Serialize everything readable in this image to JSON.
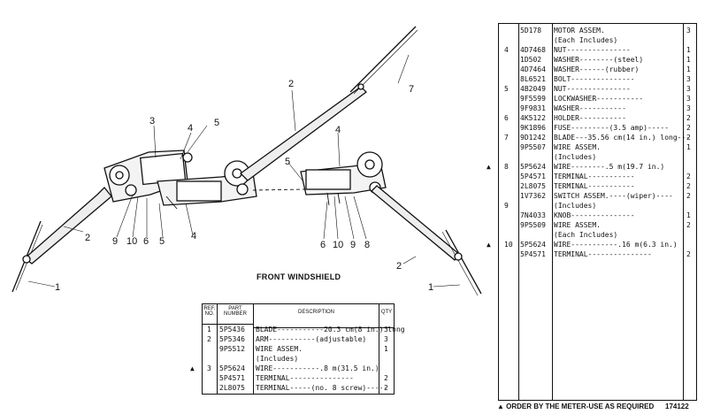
{
  "diagram": {
    "caption": "FRONT WINDSHIELD",
    "callouts": [
      {
        "id": "c1a",
        "text": "1"
      },
      {
        "id": "c1b",
        "text": "1"
      },
      {
        "id": "c2a",
        "text": "2"
      },
      {
        "id": "c2b",
        "text": "2"
      },
      {
        "id": "c2c",
        "text": "2"
      },
      {
        "id": "c3",
        "text": "3"
      },
      {
        "id": "c4a",
        "text": "4"
      },
      {
        "id": "c4b",
        "text": "4"
      },
      {
        "id": "c4c",
        "text": "4"
      },
      {
        "id": "c5a",
        "text": "5"
      },
      {
        "id": "c5b",
        "text": "5"
      },
      {
        "id": "c5c",
        "text": "5"
      },
      {
        "id": "c6a",
        "text": "6"
      },
      {
        "id": "c6b",
        "text": "6"
      },
      {
        "id": "c7",
        "text": "7"
      },
      {
        "id": "c8",
        "text": "8"
      },
      {
        "id": "c9a",
        "text": "9"
      },
      {
        "id": "c9b",
        "text": "9"
      },
      {
        "id": "c10a",
        "text": "10"
      },
      {
        "id": "c10b",
        "text": "10"
      }
    ]
  },
  "front_table": {
    "headers": {
      "ref": "REF. NO.",
      "part": "PART NUMBER",
      "desc": "DESCRIPTION",
      "qty": "QTY"
    },
    "rows": [
      {
        "mark": "",
        "ref": "1",
        "part": "5P5436",
        "desc": "BLADE-----------20.3 cm(8 in.) long",
        "qty": "3"
      },
      {
        "mark": "",
        "ref": "2",
        "part": "5P5346",
        "desc": "ARM-----------(adjustable)",
        "qty": "3"
      },
      {
        "mark": "",
        "ref": "",
        "part": "9P5512",
        "desc": "WIRE ASSEM.",
        "qty": "1"
      },
      {
        "mark": "",
        "ref": "",
        "part": "",
        "desc": "(Includes)",
        "qty": ""
      },
      {
        "mark": "▲",
        "ref": "3",
        "part": "5P5624",
        "desc": "WIRE-----------.8 m(31.5 in.)",
        "qty": ""
      },
      {
        "mark": "",
        "ref": "",
        "part": "5P4571",
        "desc": "TERMINAL---------------",
        "qty": "2"
      },
      {
        "mark": "",
        "ref": "",
        "part": "2L8075",
        "desc": "TERMINAL-----(no. 8 screw)-----",
        "qty": "2"
      }
    ]
  },
  "right_table": {
    "rows": [
      {
        "mark": "",
        "ref": "",
        "part": "5D178",
        "desc": "MOTOR ASSEM.",
        "qty": "3"
      },
      {
        "mark": "",
        "ref": "",
        "part": "",
        "desc": "(Each Includes)",
        "qty": ""
      },
      {
        "mark": "",
        "ref": "4",
        "part": "4D7468",
        "desc": "NUT---------------",
        "qty": "1"
      },
      {
        "mark": "",
        "ref": "",
        "part": "1D502",
        "desc": "WASHER--------(steel)",
        "qty": "1"
      },
      {
        "mark": "",
        "ref": "",
        "part": "4D7464",
        "desc": "WASHER------(rubber)",
        "qty": "1"
      },
      {
        "mark": "",
        "ref": "",
        "part": "8L6521",
        "desc": "BOLT---------------",
        "qty": "3"
      },
      {
        "mark": "",
        "ref": "5",
        "part": "4B2049",
        "desc": "NUT---------------",
        "qty": "3"
      },
      {
        "mark": "",
        "ref": "",
        "part": "9F5599",
        "desc": "LOCKWASHER-----------",
        "qty": "3"
      },
      {
        "mark": "",
        "ref": "",
        "part": "9F9831",
        "desc": "WASHER-----------",
        "qty": "3"
      },
      {
        "mark": "",
        "ref": "6",
        "part": "4K5122",
        "desc": "HOLDER-----------",
        "qty": "2"
      },
      {
        "mark": "",
        "ref": "",
        "part": "9K1896",
        "desc": "FUSE---------(3.5 amp)-----",
        "qty": "2"
      },
      {
        "mark": "",
        "ref": "7",
        "part": "9D1242",
        "desc": "BLADE---35.56 cm(14 in.) long---",
        "qty": "2"
      },
      {
        "mark": "",
        "ref": "",
        "part": "9P5507",
        "desc": "WIRE ASSEM.",
        "qty": "1"
      },
      {
        "mark": "",
        "ref": "",
        "part": "",
        "desc": "(Includes)",
        "qty": ""
      },
      {
        "mark": "▲",
        "ref": "8",
        "part": "5P5624",
        "desc": "WIRE--------.5 m(19.7 in.)",
        "qty": ""
      },
      {
        "mark": "",
        "ref": "",
        "part": "5P4571",
        "desc": "TERMINAL-----------",
        "qty": "2"
      },
      {
        "mark": "",
        "ref": "",
        "part": "2L8075",
        "desc": "TERMINAL-----------",
        "qty": "2"
      },
      {
        "mark": "",
        "ref": "",
        "part": "1V7362",
        "desc": "SWITCH ASSEM.----(wiper)----",
        "qty": "2"
      },
      {
        "mark": "",
        "ref": "9",
        "part": "",
        "desc": "(Includes)",
        "qty": ""
      },
      {
        "mark": "",
        "ref": "",
        "part": "7N4033",
        "desc": "KNOB---------------",
        "qty": "1"
      },
      {
        "mark": "",
        "ref": "",
        "part": "9P5509",
        "desc": "WIRE ASSEM.",
        "qty": "2"
      },
      {
        "mark": "",
        "ref": "",
        "part": "",
        "desc": "(Each Includes)",
        "qty": ""
      },
      {
        "mark": "▲",
        "ref": "10",
        "part": "5P5624",
        "desc": "WIRE-----------.16 m(6.3 in.)",
        "qty": ""
      },
      {
        "mark": "",
        "ref": "",
        "part": "5P4571",
        "desc": "TERMINAL---------------",
        "qty": "2"
      }
    ]
  },
  "footnote": "▲ ORDER BY THE METER-USE AS REQUIRED",
  "drawing_number": "174122"
}
